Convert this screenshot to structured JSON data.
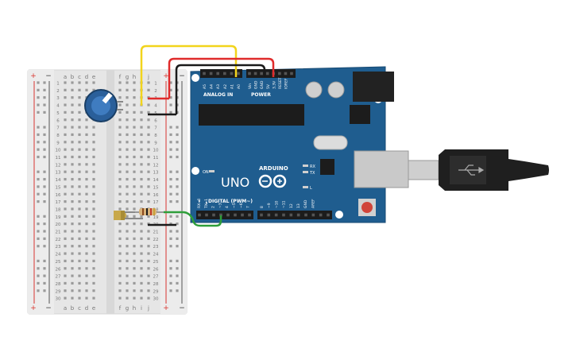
{
  "breadboard": {
    "column_labels": [
      "a",
      "b",
      "c",
      "d",
      "e",
      "f",
      "g",
      "h",
      "i",
      "j"
    ],
    "row_count": 30,
    "rail_labels": {
      "plus": "+",
      "minus": "−"
    }
  },
  "arduino": {
    "analog_header_title": "ANALOG IN",
    "power_header_title": "POWER",
    "analog_pins": [
      "A5",
      "A4",
      "A3",
      "A2",
      "A1",
      "A0"
    ],
    "power_pins": [
      "Vin",
      "GND",
      "GND",
      "5V",
      "3.3V",
      "RESET",
      "IOREF"
    ],
    "digital_title": "DIGITAL (PWM~)",
    "digital_pins": [
      "RX◄0",
      "TX►1",
      "2",
      "~3",
      "4",
      "~5",
      "~6",
      "7",
      "8",
      "~9",
      "~10",
      "~11",
      "12",
      "13",
      "GND",
      "AREF"
    ],
    "model": "UNO",
    "brand": "ARDUINO",
    "on_label": "ON",
    "tx_label": "TX",
    "rx_label": "RX",
    "l_label": "L"
  },
  "wires": {
    "yellow": "#f2d41c",
    "red": "#e02b2b",
    "black": "#1a1a1a",
    "green": "#2e9e3a"
  },
  "colors": {
    "board_blue": "#1f5d8f",
    "breadboard": "#e8e8e8",
    "rail_red": "#d9352f",
    "rail_blue": "#3a3a3a"
  }
}
